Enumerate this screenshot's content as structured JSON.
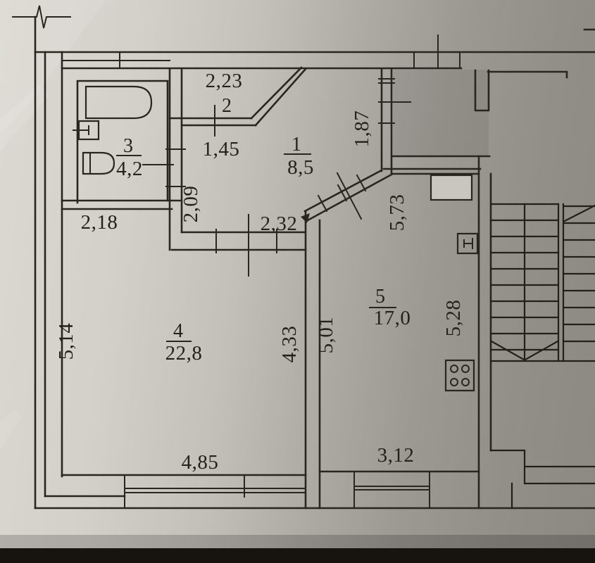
{
  "document": {
    "kind": "scanned apartment floor plan photo",
    "background_paper": "#cfccc6",
    "line_color": "#2a261f",
    "photo_edge_color": "#17140f"
  },
  "rooms": [
    {
      "number": "1",
      "area": "8,5"
    },
    {
      "number": "2",
      "area": ""
    },
    {
      "number": "3",
      "area": "4,2"
    },
    {
      "number": "4",
      "area": "22,8"
    },
    {
      "number": "5",
      "area": "17,0"
    }
  ],
  "dimensions": {
    "room2_width": "2,23",
    "room2_opening": "1,45",
    "room1_right": "1,87",
    "hall_left": "2,09",
    "bath_wall": "2,18",
    "hall_bottom_wall": "2,32",
    "room5_upper_left": "5,73",
    "room4_left": "5,14",
    "room4_right": "4,33",
    "room5_left": "5,01",
    "room5_right": "5,28",
    "room4_bottom": "4,85",
    "room5_bottom": "3,12"
  },
  "icons": {
    "bathtub": "bathtub-plan-symbol",
    "sink": "washbasin-plan-symbol",
    "toilet": "toilet-plan-symbol",
    "stove": "stove-4-burner-symbol",
    "electrical_panel": "panel-symbol",
    "staircase": "stair-flight-with-arrow",
    "door_swing": "diagonal-door-leaf",
    "break_mark": "wall-break-zigzag"
  }
}
